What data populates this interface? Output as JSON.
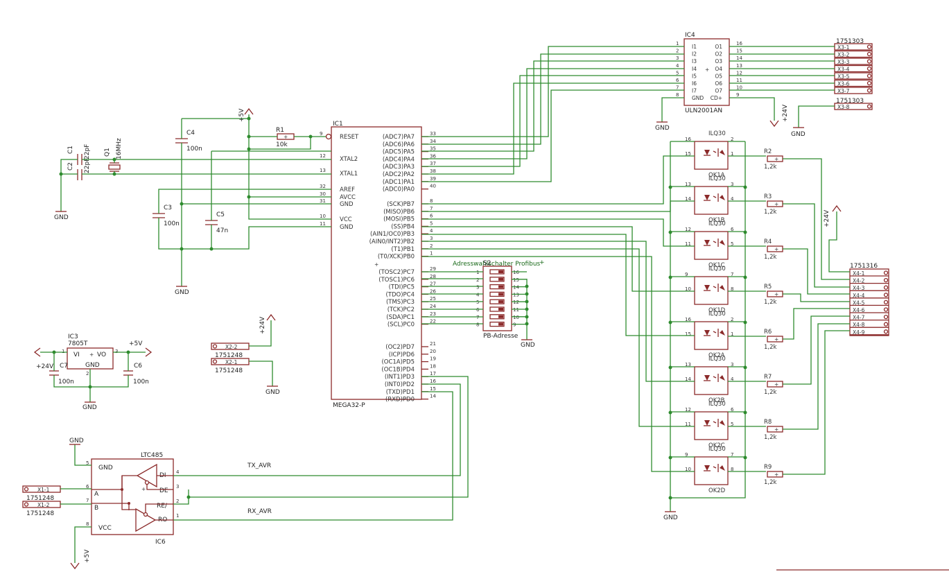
{
  "ic1": {
    "name": "IC1",
    "part": "MEGA32-P",
    "left_pins": [
      {
        "n": "9",
        "s": "RESET"
      },
      {
        "n": "12",
        "s": "XTAL2"
      },
      {
        "n": "13",
        "s": "XTAL1"
      },
      {
        "n": "32",
        "s": "AREF"
      },
      {
        "n": "30",
        "s": "AVCC"
      },
      {
        "n": "31",
        "s": "GND"
      },
      {
        "n": "10",
        "s": "VCC"
      },
      {
        "n": "11",
        "s": "GND"
      }
    ],
    "right_pins": [
      {
        "n": "33",
        "s": "(ADC7)PA7"
      },
      {
        "n": "34",
        "s": "(ADC6)PA6"
      },
      {
        "n": "35",
        "s": "(ADC5)PA5"
      },
      {
        "n": "36",
        "s": "(ADC4)PA4"
      },
      {
        "n": "37",
        "s": "(ADC3)PA3"
      },
      {
        "n": "38",
        "s": "(ADC2)PA2"
      },
      {
        "n": "39",
        "s": "(ADC1)PA1"
      },
      {
        "n": "40",
        "s": "(ADC0)PA0"
      },
      {
        "n": "8",
        "s": "(SCK)PB7"
      },
      {
        "n": "7",
        "s": "(MISO)PB6"
      },
      {
        "n": "6",
        "s": "(MOSI)PB5"
      },
      {
        "n": "5",
        "s": "(SS)PB4"
      },
      {
        "n": "4",
        "s": "(AIN1/OC0)PB3"
      },
      {
        "n": "3",
        "s": "(AIN0/INT2)PB2"
      },
      {
        "n": "2",
        "s": "(T1)PB1"
      },
      {
        "n": "1",
        "s": "(T0/XCK)PB0"
      },
      {
        "n": "29",
        "s": "(TOSC2)PC7"
      },
      {
        "n": "28",
        "s": "(TOSC1)PC6"
      },
      {
        "n": "27",
        "s": "(TDI)PC5"
      },
      {
        "n": "26",
        "s": "(TDO)PC4"
      },
      {
        "n": "25",
        "s": "(TMS)PC3"
      },
      {
        "n": "24",
        "s": "(TCK)PC2"
      },
      {
        "n": "23",
        "s": "(SDA)PC1"
      },
      {
        "n": "22",
        "s": "(SCL)PC0"
      },
      {
        "n": "21",
        "s": "(OC2)PD7"
      },
      {
        "n": "20",
        "s": "(ICP)PD6"
      },
      {
        "n": "19",
        "s": "(OC1A)PD5"
      },
      {
        "n": "18",
        "s": "(OC1B)PD4"
      },
      {
        "n": "17",
        "s": "(INT1)PD3"
      },
      {
        "n": "16",
        "s": "(INT0)PD2"
      },
      {
        "n": "15",
        "s": "(TXD)PD1"
      },
      {
        "n": "14",
        "s": "(RXD)PD0"
      }
    ]
  },
  "ic4": {
    "name": "IC4",
    "part": "ULN2001AN",
    "left_pins": [
      {
        "n": "1",
        "s": "I1"
      },
      {
        "n": "2",
        "s": "I2"
      },
      {
        "n": "3",
        "s": "I3"
      },
      {
        "n": "4",
        "s": "I4"
      },
      {
        "n": "5",
        "s": "I5"
      },
      {
        "n": "6",
        "s": "I6"
      },
      {
        "n": "7",
        "s": "I7"
      },
      {
        "n": "8",
        "s": "GND"
      }
    ],
    "right_pins": [
      {
        "n": "16",
        "s": "O1"
      },
      {
        "n": "15",
        "s": "O2"
      },
      {
        "n": "14",
        "s": "O3"
      },
      {
        "n": "13",
        "s": "O4"
      },
      {
        "n": "12",
        "s": "O5"
      },
      {
        "n": "11",
        "s": "O6"
      },
      {
        "n": "10",
        "s": "O7"
      },
      {
        "n": "9",
        "s": "CD+"
      }
    ]
  },
  "x3": {
    "name": "1751303",
    "pins": [
      "X3-1",
      "X3-2",
      "X3-3",
      "X3-4",
      "X3-5",
      "X3-6",
      "X3-7"
    ],
    "name2": "1751303",
    "pin8": "X3-8"
  },
  "x4": {
    "name": "1751316",
    "pins": [
      "X4-1",
      "X4-2",
      "X4-3",
      "X4-4",
      "X4-5",
      "X4-6",
      "X4-7",
      "X4-8",
      "X4-9"
    ]
  },
  "opto": [
    {
      "name": "ILQ30",
      "part": "OK1A",
      "pa": "16",
      "pk": "15",
      "pc": "2",
      "pe": "1"
    },
    {
      "name": "ILQ30",
      "part": "OK1B",
      "pa": "13",
      "pk": "14",
      "pc": "3",
      "pe": "4"
    },
    {
      "name": "ILQ30",
      "part": "OK1C",
      "pa": "12",
      "pk": "11",
      "pc": "6",
      "pe": "5"
    },
    {
      "name": "ILQ30",
      "part": "OK1D",
      "pa": "9",
      "pk": "10",
      "pc": "7",
      "pe": "8"
    },
    {
      "name": "ILQ30",
      "part": "OK2A",
      "pa": "16",
      "pk": "15",
      "pc": "2",
      "pe": "1"
    },
    {
      "name": "ILQ30",
      "part": "OK2B",
      "pa": "13",
      "pk": "14",
      "pc": "3",
      "pe": "4"
    },
    {
      "name": "ILQ30",
      "part": "OK2C",
      "pa": "12",
      "pk": "11",
      "pc": "6",
      "pe": "5"
    },
    {
      "name": "ILQ30",
      "part": "OK2D",
      "pa": "9",
      "pk": "10",
      "pc": "7",
      "pe": "8"
    }
  ],
  "resistors": [
    {
      "name": "R1",
      "value": "10k"
    },
    {
      "name": "R2",
      "value": "1,2k"
    },
    {
      "name": "R3",
      "value": "1,2k"
    },
    {
      "name": "R4",
      "value": "1,2k"
    },
    {
      "name": "R5",
      "value": "1,2k"
    },
    {
      "name": "R6",
      "value": "1,2k"
    },
    {
      "name": "R7",
      "value": "1,2k"
    },
    {
      "name": "R8",
      "value": "1,2k"
    },
    {
      "name": "R9",
      "value": "1,2k"
    }
  ],
  "caps": {
    "c1": "C1",
    "c2": "C2",
    "c12v": "22pF",
    "c12v2": "22pF",
    "q1": "Q1",
    "q1v": "16MHz",
    "c3": "C3",
    "c3v": "100n",
    "c4": "C4",
    "c4v": "100n",
    "c5": "C5",
    "c5v": "47n",
    "c6": "C6",
    "c6v": "100n",
    "c7": "C7",
    "c7v": "100n"
  },
  "ic3": {
    "name": "IC3",
    "part": "7805T",
    "vi": "VI",
    "vo": "VO",
    "gnd": "GND",
    "p1": "1",
    "p2": "2",
    "p3": "3"
  },
  "ic6": {
    "name": "LTC485",
    "part": "IC6",
    "gnd": "GND",
    "vcc": "VCC",
    "a": "A",
    "b": "B",
    "di": "DI",
    "de": "DE",
    "re": "RE/",
    "ro": "RO",
    "p5": "5",
    "p6": "6",
    "p7": "7",
    "p8": "8",
    "p4": "4",
    "p3": "3",
    "p2": "2",
    "p1": "1"
  },
  "s2": {
    "name": "S2",
    "title": "Adresswahlschalter Profibus",
    "part": "PB-Adresse",
    "left": [
      "1",
      "2",
      "3",
      "4",
      "5",
      "6",
      "7",
      "8"
    ],
    "right": [
      "16",
      "15",
      "14",
      "13",
      "12",
      "11",
      "10",
      "9"
    ]
  },
  "conn": {
    "x22": "X2-2",
    "x21": "X2-1",
    "x2n": "1751248",
    "x2n2": "1751248",
    "x11": "X1-1",
    "x12": "X1-2",
    "x1n": "1751248",
    "x1n2": "1751248"
  },
  "supply": {
    "v5": "+5V",
    "v24": "+24V",
    "gnd": "GND"
  },
  "nets": {
    "tx": "TX_AVR",
    "rx": "RX_AVR"
  },
  "colors": {
    "wire": "#2e8b2e",
    "part": "#8b2a2a",
    "text": "#333333"
  }
}
